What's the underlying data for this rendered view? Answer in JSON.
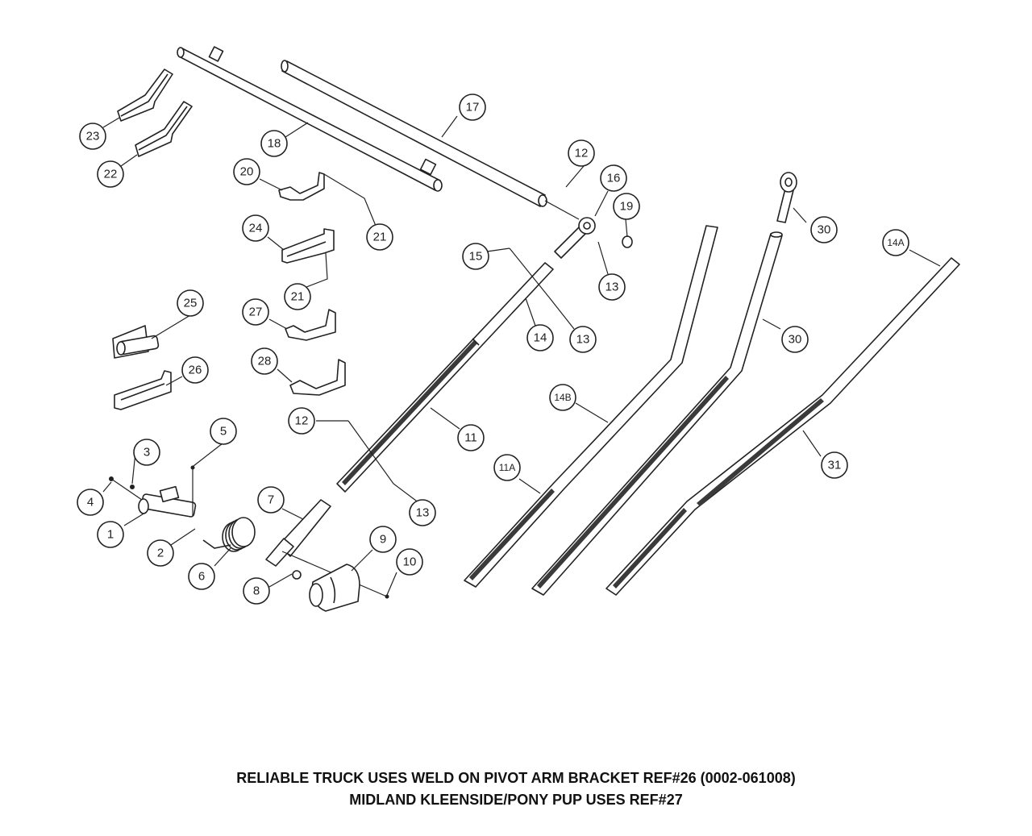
{
  "callouts": {
    "c1": "1",
    "c2": "2",
    "c3": "3",
    "c4": "4",
    "c5": "5",
    "c6": "6",
    "c7": "7",
    "c8": "8",
    "c9": "9",
    "c10": "10",
    "c11": "11",
    "c11a": "11A",
    "c12a": "12",
    "c12b": "12",
    "c13a": "13",
    "c13b": "13",
    "c13c": "13",
    "c14": "14",
    "c14a": "14A",
    "c14b": "14B",
    "c15": "15",
    "c16": "16",
    "c17": "17",
    "c18": "18",
    "c19": "19",
    "c20": "20",
    "c21a": "21",
    "c21b": "21",
    "c22": "22",
    "c23": "23",
    "c24": "24",
    "c25": "25",
    "c26": "26",
    "c27": "27",
    "c28": "28",
    "c30a": "30",
    "c30b": "30",
    "c31": "31"
  },
  "notes": {
    "line1": "RELIABLE TRUCK USES WELD ON PIVOT ARM BRACKET REF#26 (0002-061008)",
    "line2": "MIDLAND KLEENSIDE/PONY PUP USES REF#27"
  },
  "colors": {
    "line": "#222222",
    "background": "#ffffff"
  }
}
